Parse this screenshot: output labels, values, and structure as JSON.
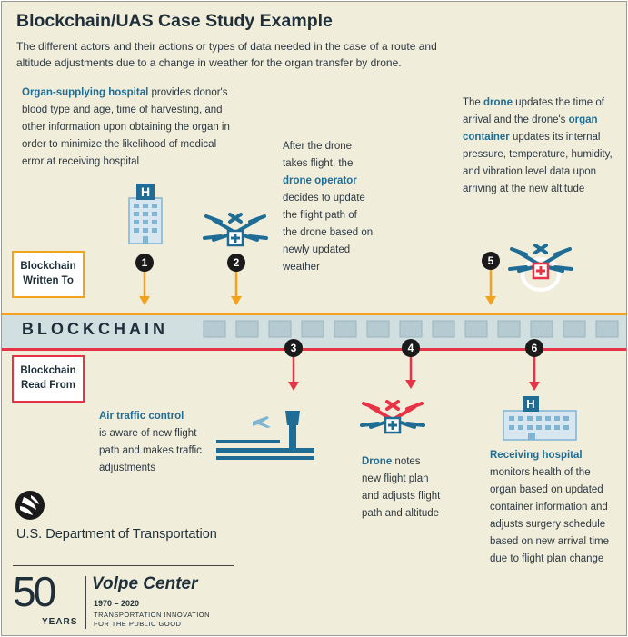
{
  "title": "Blockchain/UAS Case Study Example",
  "subtitle": "The different actors and their actions or types of data needed in the case of a route and altitude adjustments due to a change in weather for the organ transfer by drone.",
  "steps": {
    "s1": {
      "number": "1",
      "highlight": "Organ-supplying hospital",
      "text": " provides donor's blood type and age, time of harvesting, and other information upon obtaining the organ in order to minimize the likelihood of medical error at receiving hospital"
    },
    "s2": {
      "number": "2",
      "pre": "After the drone takes flight, the ",
      "highlight": "drone operator",
      "text": " decides to update the flight path of the drone based on newly updated weather"
    },
    "s3": {
      "number": "3",
      "highlight": "Air traffic control",
      "text": "is aware of new flight path and makes traffic adjustments"
    },
    "s4": {
      "number": "4",
      "highlight": "Drone",
      "text": " notes new flight plan and adjusts flight path and altitude"
    },
    "s5": {
      "number": "5",
      "pre": "The ",
      "highlight": "drone",
      "mid": " updates the time of arrival and the drone's ",
      "highlight2": "organ container",
      "text": " updates its internal pressure, temperature, humidity, and vibration level data upon arriving at the new altitude"
    },
    "s6": {
      "number": "6",
      "highlight": "Receiving hospital",
      "text": "monitors health of the organ based on updated container information and adjusts surgery schedule based on new arrival time due to flight plan change"
    }
  },
  "labels": {
    "written": "Blockchain Written To",
    "read": "Blockchain Read From",
    "chain": "BLOCKCHAIN"
  },
  "footer": {
    "department": "U.S. Department of Transportation",
    "fifty": "50",
    "years": "YEARS",
    "volpe": "Volpe Center",
    "range": "1970 – 2020",
    "tagline1": "TRANSPORTATION INNOVATION",
    "tagline2": "FOR THE PUBLIC GOOD"
  },
  "colors": {
    "orange": "#f2a21b",
    "red": "#e63346",
    "blue": "#1f6d95",
    "light_blue": "#7fb4d3",
    "navy": "#1f2f3a",
    "chain": "#d2dfe1"
  }
}
